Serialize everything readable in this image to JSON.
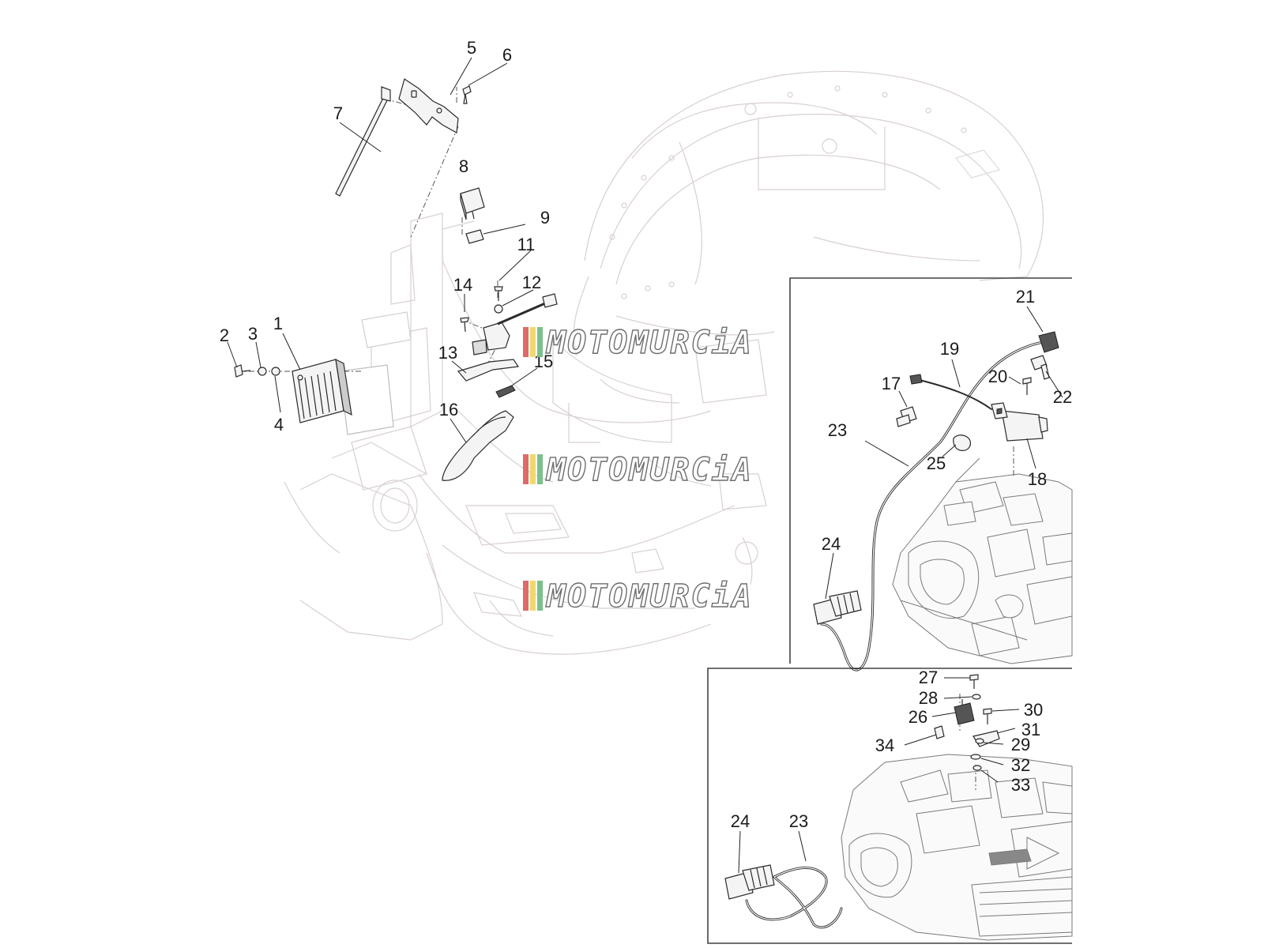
{
  "diagram": {
    "callouts_main": [
      {
        "id": "c1",
        "text": "1"
      },
      {
        "id": "c2",
        "text": "2"
      },
      {
        "id": "c3",
        "text": "3"
      },
      {
        "id": "c4",
        "text": "4"
      },
      {
        "id": "c5",
        "text": "5"
      },
      {
        "id": "c6",
        "text": "6"
      },
      {
        "id": "c7",
        "text": "7"
      },
      {
        "id": "c8",
        "text": "8"
      },
      {
        "id": "c9",
        "text": "9"
      },
      {
        "id": "c11",
        "text": "11"
      },
      {
        "id": "c12",
        "text": "12"
      },
      {
        "id": "c13",
        "text": "13"
      },
      {
        "id": "c14",
        "text": "14"
      },
      {
        "id": "c15",
        "text": "15"
      },
      {
        "id": "c16",
        "text": "16"
      }
    ],
    "callouts_inset_upper": [
      {
        "id": "c17",
        "text": "17"
      },
      {
        "id": "c18",
        "text": "18"
      },
      {
        "id": "c19",
        "text": "19"
      },
      {
        "id": "c20",
        "text": "20"
      },
      {
        "id": "c21",
        "text": "21"
      },
      {
        "id": "c22",
        "text": "22"
      },
      {
        "id": "c23a",
        "text": "23"
      },
      {
        "id": "c24a",
        "text": "24"
      },
      {
        "id": "c25",
        "text": "25"
      }
    ],
    "callouts_inset_lower": [
      {
        "id": "c23b",
        "text": "23"
      },
      {
        "id": "c24b",
        "text": "24"
      },
      {
        "id": "c26",
        "text": "26"
      },
      {
        "id": "c27",
        "text": "27"
      },
      {
        "id": "c28",
        "text": "28"
      },
      {
        "id": "c29",
        "text": "29"
      },
      {
        "id": "c30",
        "text": "30"
      },
      {
        "id": "c31",
        "text": "31"
      },
      {
        "id": "c32",
        "text": "32"
      },
      {
        "id": "c33",
        "text": "33"
      },
      {
        "id": "c34",
        "text": "34"
      }
    ]
  },
  "watermark": {
    "text": "MOTOMURCiA",
    "stripe_colors": [
      "#e06a6a",
      "#f0d870",
      "#7cc08a"
    ]
  }
}
